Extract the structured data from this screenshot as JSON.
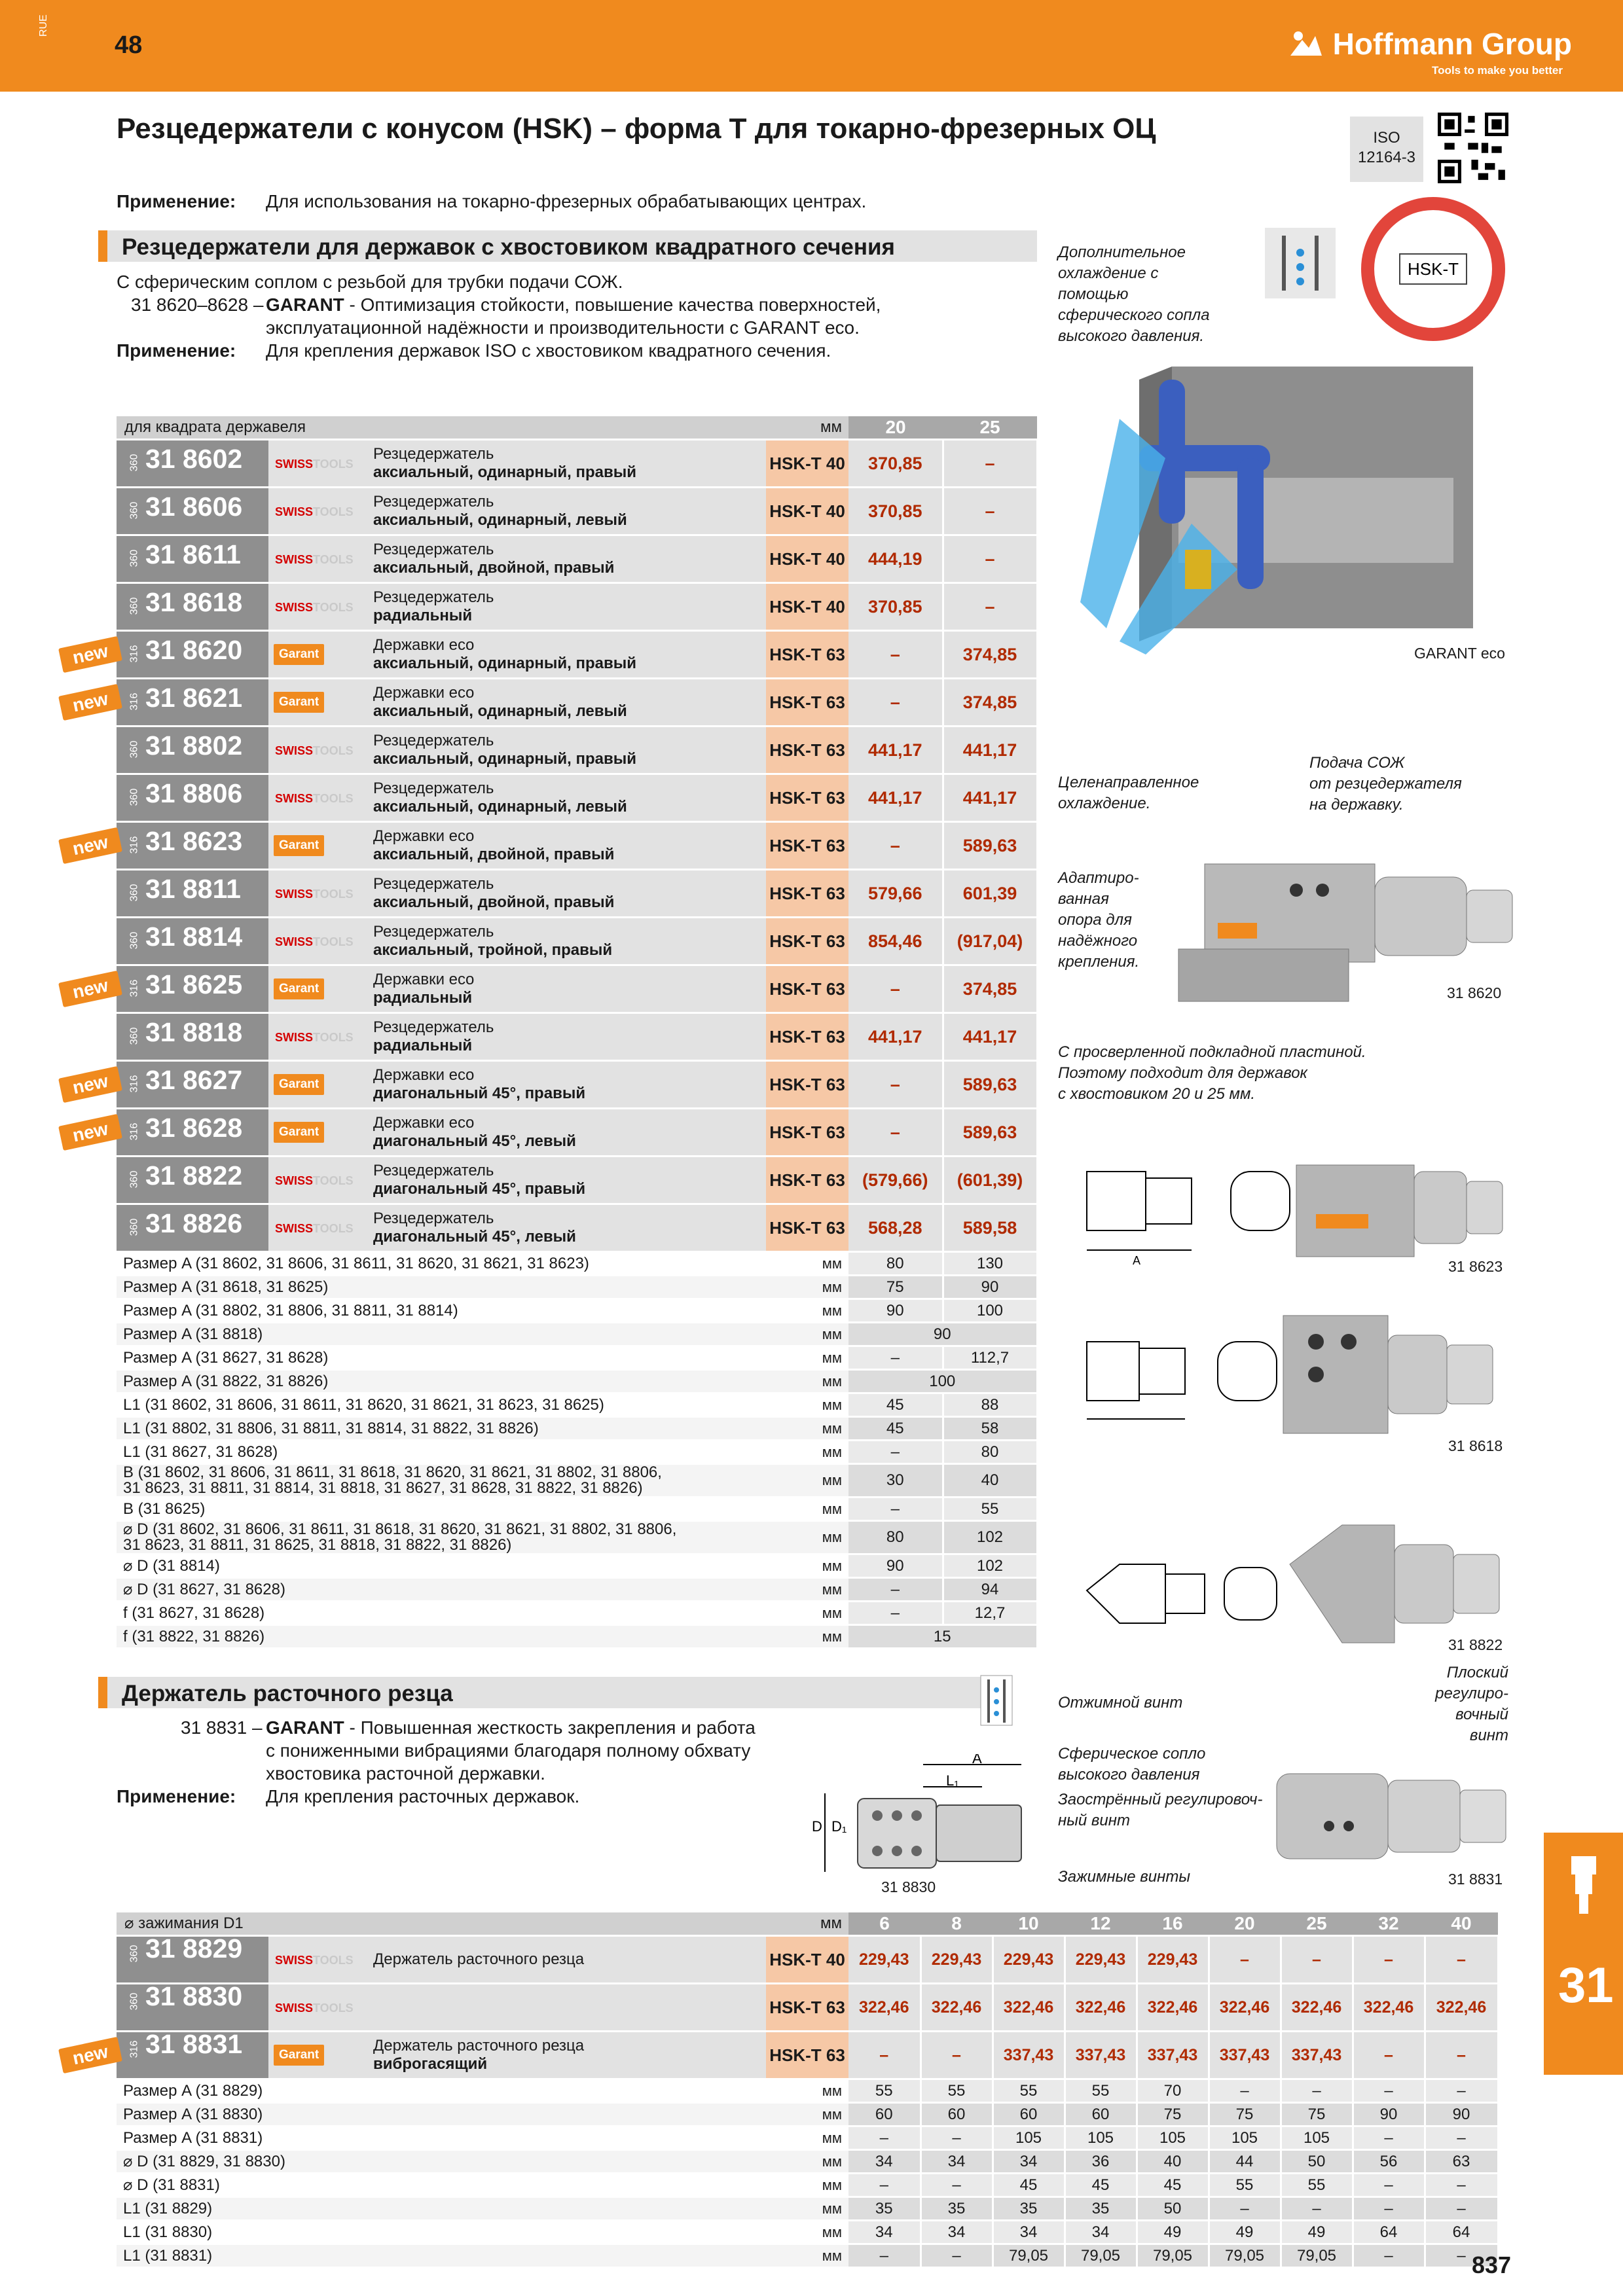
{
  "header": {
    "lang": "RUE",
    "page_left": "48",
    "brand_name": "Hoffmann Group",
    "brand_tagline": "Tools to make you better",
    "page_right": "837",
    "section_tab": "31"
  },
  "title": "Резцедержатели с конусом (HSK) – форма T для токарно-фрезерных ОЦ",
  "iso": {
    "line1": "ISO",
    "line2": "12164-3"
  },
  "application_top": {
    "label": "Применение:",
    "text": "Для использования на токарно-фрезерных обрабатывающих центрах."
  },
  "section1": {
    "heading": "Резцедержатели для державок с хвостовиком квадратного сечения",
    "line1": "С сферическим соплом с резьбой для трубки подачи СОЖ.",
    "range": "31 8620–8628 –",
    "garant": "GARANT",
    "garant_text1": " - Оптимизация стойкости, повышение качества поверхностей,",
    "garant_text2": "эксплуатационной надёжности и производительности с GARANT eco.",
    "app_label": "Применение:",
    "app_text": "Для крепления державок ISO с хвостовиком квадратного сечения.",
    "table_header": {
      "label": "для квадрата державеля",
      "unit": "мм",
      "sizes": [
        "20",
        "25"
      ]
    },
    "products": [
      {
        "code": "31 8602",
        "sm": "360",
        "brand": "swiss",
        "d1": "Резцедержатель",
        "d2": "аксиальный, одинарный, правый",
        "hsk": "HSK-T 40",
        "p1": "370,85",
        "p2": "–",
        "new": false
      },
      {
        "code": "31 8606",
        "sm": "360",
        "brand": "swiss",
        "d1": "Резцедержатель",
        "d2": "аксиальный, одинарный, левый",
        "hsk": "HSK-T 40",
        "p1": "370,85",
        "p2": "–",
        "new": false
      },
      {
        "code": "31 8611",
        "sm": "360",
        "brand": "swiss",
        "d1": "Резцедержатель",
        "d2": "аксиальный, двойной, правый",
        "hsk": "HSK-T 40",
        "p1": "444,19",
        "p2": "–",
        "new": false
      },
      {
        "code": "31 8618",
        "sm": "360",
        "brand": "swiss",
        "d1": "Резцедержатель",
        "d2": "радиальный",
        "hsk": "HSK-T 40",
        "p1": "370,85",
        "p2": "–",
        "new": false
      },
      {
        "code": "31 8620",
        "sm": "316",
        "brand": "garant",
        "d1": "Державки eco",
        "d2": "аксиальный, одинарный, правый",
        "hsk": "HSK-T 63",
        "p1": "–",
        "p2": "374,85",
        "new": true
      },
      {
        "code": "31 8621",
        "sm": "316",
        "brand": "garant",
        "d1": "Державки eco",
        "d2": "аксиальный, одинарный, левый",
        "hsk": "HSK-T 63",
        "p1": "–",
        "p2": "374,85",
        "new": true
      },
      {
        "code": "31 8802",
        "sm": "360",
        "brand": "swiss",
        "d1": "Резцедержатель",
        "d2": "аксиальный, одинарный, правый",
        "hsk": "HSK-T 63",
        "p1": "441,17",
        "p2": "441,17",
        "new": false
      },
      {
        "code": "31 8806",
        "sm": "360",
        "brand": "swiss",
        "d1": "Резцедержатель",
        "d2": "аксиальный, одинарный, левый",
        "hsk": "HSK-T 63",
        "p1": "441,17",
        "p2": "441,17",
        "new": false
      },
      {
        "code": "31 8623",
        "sm": "316",
        "brand": "garant",
        "d1": "Державки eco",
        "d2": "аксиальный, двойной, правый",
        "hsk": "HSK-T 63",
        "p1": "–",
        "p2": "589,63",
        "new": true
      },
      {
        "code": "31 8811",
        "sm": "360",
        "brand": "swiss",
        "d1": "Резцедержатель",
        "d2": "аксиальный, двойной, правый",
        "hsk": "HSK-T 63",
        "p1": "579,66",
        "p2": "601,39",
        "new": false
      },
      {
        "code": "31 8814",
        "sm": "360",
        "brand": "swiss",
        "d1": "Резцедержатель",
        "d2": "аксиальный, тройной, правый",
        "hsk": "HSK-T 63",
        "p1": "854,46",
        "p2": "(917,04)",
        "new": false
      },
      {
        "code": "31 8625",
        "sm": "316",
        "brand": "garant",
        "d1": "Державки eco",
        "d2": "радиальный",
        "hsk": "HSK-T 63",
        "p1": "–",
        "p2": "374,85",
        "new": true
      },
      {
        "code": "31 8818",
        "sm": "360",
        "brand": "swiss",
        "d1": "Резцедержатель",
        "d2": "радиальный",
        "hsk": "HSK-T 63",
        "p1": "441,17",
        "p2": "441,17",
        "new": false
      },
      {
        "code": "31 8627",
        "sm": "316",
        "brand": "garant",
        "d1": "Державки eco",
        "d2": "диагональный 45°, правый",
        "hsk": "HSK-T 63",
        "p1": "–",
        "p2": "589,63",
        "new": true
      },
      {
        "code": "31 8628",
        "sm": "316",
        "brand": "garant",
        "d1": "Державки eco",
        "d2": "диагональный 45°, левый",
        "hsk": "HSK-T 63",
        "p1": "–",
        "p2": "589,63",
        "new": true
      },
      {
        "code": "31 8822",
        "sm": "360",
        "brand": "swiss",
        "d1": "Резцедержатель",
        "d2": "диагональный 45°, правый",
        "hsk": "HSK-T 63",
        "p1": "(579,66)",
        "p2": "(601,39)",
        "new": false
      },
      {
        "code": "31 8826",
        "sm": "360",
        "brand": "swiss",
        "d1": "Резцедержатель",
        "d2": "диагональный 45°, левый",
        "hsk": "HSK-T 63",
        "p1": "568,28",
        "p2": "589,58",
        "new": false
      }
    ],
    "dims": [
      {
        "label": "Размер A (31 8602, 31 8606, 31 8611, 31 8620, 31 8621, 31 8623)",
        "unit": "мм",
        "v1": "80",
        "v2": "130"
      },
      {
        "label": "Размер A (31 8618, 31 8625)",
        "unit": "мм",
        "v1": "75",
        "v2": "90"
      },
      {
        "label": "Размер A (31 8802, 31 8806, 31 8811, 31 8814)",
        "unit": "мм",
        "v1": "90",
        "v2": "100"
      },
      {
        "label": "Размер A (31 8818)",
        "unit": "мм",
        "span": "90"
      },
      {
        "label": "Размер A (31 8627, 31 8628)",
        "unit": "мм",
        "v1": "–",
        "v2": "112,7"
      },
      {
        "label": "Размер A (31 8822, 31 8826)",
        "unit": "мм",
        "span": "100"
      },
      {
        "label": "L1 (31 8602, 31 8606, 31 8611, 31 8620, 31 8621, 31 8623, 31 8625)",
        "unit": "мм",
        "v1": "45",
        "v2": "88"
      },
      {
        "label": "L1 (31 8802, 31 8806, 31 8811, 31 8814, 31 8822, 31 8826)",
        "unit": "мм",
        "v1": "45",
        "v2": "58"
      },
      {
        "label": "L1 (31 8627, 31 8628)",
        "unit": "мм",
        "v1": "–",
        "v2": "80"
      },
      {
        "label": "B (31 8602, 31 8606, 31 8611, 31 8618, 31 8620, 31 8621, 31 8802, 31 8806,",
        "label2": "31 8623, 31 8811, 31 8814, 31 8818, 31 8627, 31 8628, 31 8822, 31 8826)",
        "unit": "мм",
        "v1": "30",
        "v2": "40",
        "tall": true
      },
      {
        "label": "B (31 8625)",
        "unit": "мм",
        "v1": "–",
        "v2": "55"
      },
      {
        "label": "⌀ D (31 8602, 31 8606, 31 8611, 31 8618, 31 8620, 31 8621, 31 8802, 31 8806,",
        "label2": "31 8623, 31 8811, 31 8625, 31 8818, 31 8822, 31 8826)",
        "unit": "мм",
        "v1": "80",
        "v2": "102",
        "tall": true
      },
      {
        "label": "⌀ D (31 8814)",
        "unit": "мм",
        "v1": "90",
        "v2": "102"
      },
      {
        "label": "⌀ D (31 8627, 31 8628)",
        "unit": "мм",
        "v1": "–",
        "v2": "94"
      },
      {
        "label": "f (31 8627, 31 8628)",
        "unit": "мм",
        "v1": "–",
        "v2": "12,7"
      },
      {
        "label": "f (31 8822, 31 8826)",
        "unit": "мм",
        "span": "15"
      }
    ]
  },
  "side_labels": {
    "coolant": [
      "Дополнительное",
      "охлаждение с",
      "помощью",
      "сферического сопла",
      "высокого давления."
    ],
    "hsk_t": "HSK-T",
    "garant_eco": "GARANT eco",
    "targeted": [
      "Целенаправленное",
      "охлаждение."
    ],
    "supply": [
      "Подача СОЖ",
      "от резцедержателя",
      "на державку."
    ],
    "adaptive": [
      "Адаптиро-",
      "ванная",
      "опора для",
      "надёжного",
      "крепления."
    ],
    "cap_8620": "31 8620",
    "drilled": [
      "С просверленной подкладной пластиной.",
      "Поэтому подходит для державок",
      "с хвостовиком 20 и 25 мм."
    ],
    "cap_8623": "31 8623",
    "cap_8618": "31 8618",
    "cap_8822": "31 8822",
    "flat_screw": [
      "Плоский",
      "регулиро-",
      "вочный",
      "винт"
    ],
    "clamp_screw": "Отжимной винт",
    "sphere_nozzle": [
      "Сферическое сопло",
      "высокого давления"
    ],
    "sharp_screw": [
      "Заострённый регулировоч-",
      "ный винт"
    ],
    "clamping_screws": "Зажимные винты",
    "cap_8831": "31 8831",
    "cap_8830": "31 8830"
  },
  "section2": {
    "heading": "Держатель расточного резца",
    "code": "31 8831 –",
    "garant": "GARANT",
    "text1": " - Повышенная жесткость закрепления и работа",
    "text2": "с пониженными вибрациями благодаря полному обхвату",
    "text3": "хвостовика расточной державки.",
    "app_label": "Применение:",
    "app_text": "Для крепления расточных державок.",
    "table_header": {
      "label": "⌀ зажимания D1",
      "unit": "мм",
      "sizes": [
        "6",
        "8",
        "10",
        "12",
        "16",
        "20",
        "25",
        "32",
        "40"
      ]
    },
    "products": [
      {
        "code": "31 8829",
        "sm": "360",
        "brand": "swiss",
        "d1": "Держатель расточного резца",
        "d2": "",
        "hsk": "HSK-T 40",
        "prices": [
          "229,43",
          "229,43",
          "229,43",
          "229,43",
          "229,43",
          "–",
          "–",
          "–",
          "–"
        ],
        "new": false
      },
      {
        "code": "31 8830",
        "sm": "360",
        "brand": "swiss",
        "d1": "",
        "d2": "",
        "hsk": "HSK-T 63",
        "prices": [
          "322,46",
          "322,46",
          "322,46",
          "322,46",
          "322,46",
          "322,46",
          "322,46",
          "322,46",
          "322,46"
        ],
        "new": false
      },
      {
        "code": "31 8831",
        "sm": "316",
        "brand": "garant",
        "d1": "Держатель расточного резца",
        "d2": "виброгасящий",
        "hsk": "HSK-T 63",
        "prices": [
          "–",
          "–",
          "337,43",
          "337,43",
          "337,43",
          "337,43",
          "337,43",
          "–",
          "–"
        ],
        "new": true
      }
    ],
    "dims": [
      {
        "label": "Размер A (31 8829)",
        "unit": "мм",
        "vals": [
          "55",
          "55",
          "55",
          "55",
          "70",
          "–",
          "–",
          "–",
          "–"
        ]
      },
      {
        "label": "Размер A (31 8830)",
        "unit": "мм",
        "vals": [
          "60",
          "60",
          "60",
          "60",
          "75",
          "75",
          "75",
          "90",
          "90"
        ]
      },
      {
        "label": "Размер A (31 8831)",
        "unit": "мм",
        "vals": [
          "–",
          "–",
          "105",
          "105",
          "105",
          "105",
          "105",
          "–",
          "–"
        ]
      },
      {
        "label": "⌀ D (31 8829, 31 8830)",
        "unit": "мм",
        "vals": [
          "34",
          "34",
          "34",
          "36",
          "40",
          "44",
          "50",
          "56",
          "63"
        ]
      },
      {
        "label": "⌀ D (31 8831)",
        "unit": "мм",
        "vals": [
          "–",
          "–",
          "45",
          "45",
          "45",
          "55",
          "55",
          "–",
          "–"
        ]
      },
      {
        "label": "L1 (31 8829)",
        "unit": "мм",
        "vals": [
          "35",
          "35",
          "35",
          "35",
          "50",
          "–",
          "–",
          "–",
          "–"
        ]
      },
      {
        "label": "L1 (31 8830)",
        "unit": "мм",
        "vals": [
          "34",
          "34",
          "34",
          "34",
          "49",
          "49",
          "49",
          "64",
          "64"
        ]
      },
      {
        "label": "L1 (31 8831)",
        "unit": "мм",
        "vals": [
          "–",
          "–",
          "79,05",
          "79,05",
          "79,05",
          "79,05",
          "79,05",
          "–",
          "–"
        ]
      }
    ]
  },
  "new_label": "new",
  "swiss_label": "SWISS",
  "swiss_tail": "TOOLS",
  "garant_badge": "Garant"
}
